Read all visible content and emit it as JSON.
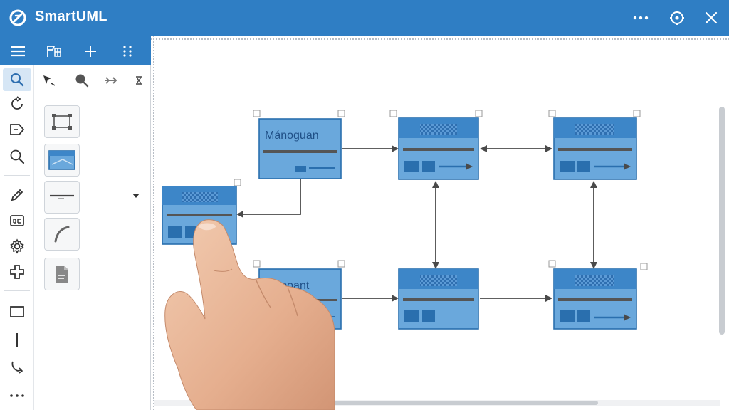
{
  "app": {
    "title": "SmartUML"
  },
  "titlebar": {
    "icons": [
      "smartuml-logo-icon",
      "more-horizontal-icon",
      "target-icon",
      "close-icon"
    ]
  },
  "toolbar": {
    "icons": [
      "menu-icon",
      "flag-tool-icon",
      "add-icon",
      "drag-grid-icon"
    ]
  },
  "left_tools": {
    "icons": [
      "search-icon",
      "rotate-icon",
      "tag-icon",
      "zoom-icon",
      "pencil-icon",
      "text-box-icon",
      "settings-icon",
      "plus-shape-icon",
      "rectangle-icon",
      "line-icon",
      "connector-icon",
      "more-vertical-icon"
    ]
  },
  "palette": {
    "icons": [
      "pointer-icon",
      "zoom-circle-icon",
      "pan-icon",
      "close-small-icon"
    ],
    "shapes": [
      "node-shape",
      "class-shape",
      "line-shape",
      "curve-shape",
      "document-shape"
    ]
  },
  "diagram": {
    "nodes": [
      {
        "id": "n1",
        "label": "Mánoguan",
        "type": "titled"
      },
      {
        "id": "n2",
        "label": "Inopoant",
        "type": "titled"
      },
      {
        "id": "n3",
        "label": "",
        "type": "box"
      },
      {
        "id": "n4",
        "label": "",
        "type": "box"
      },
      {
        "id": "n5",
        "label": "",
        "type": "box"
      },
      {
        "id": "n6",
        "label": "",
        "type": "box"
      },
      {
        "id": "n7",
        "label": "",
        "type": "box"
      }
    ]
  },
  "colors": {
    "titlebar": "#2f7ec4",
    "node_fill": "#6aa8dc",
    "node_border": "#2a6fae",
    "node_header": "#3d86c8",
    "arrow": "#4a4a4a"
  }
}
